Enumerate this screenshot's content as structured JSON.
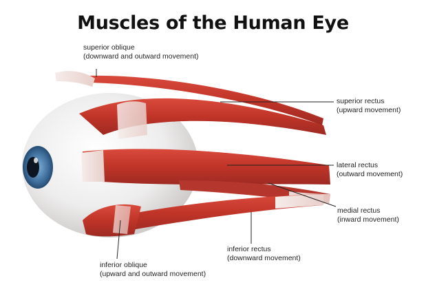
{
  "title": "Muscles of the Human Eye",
  "labels": {
    "superior_oblique": {
      "name": "superior oblique",
      "desc": "(downward and outward movement)"
    },
    "superior_rectus": {
      "name": "superior rectus",
      "desc": "(upward movement)"
    },
    "lateral_rectus": {
      "name": "lateral rectus",
      "desc": "(outward movement)"
    },
    "medial_rectus": {
      "name": "medial rectus",
      "desc": "(inward movement)"
    },
    "inferior_rectus": {
      "name": "inferior rectus",
      "desc": "(downward movement)"
    },
    "inferior_oblique": {
      "name": "inferior oblique",
      "desc": "(upward and outward movement)"
    }
  },
  "colors": {
    "muscle": "#c8372d",
    "muscle_dark": "#9e2a22",
    "tendon": "#f3e6e2",
    "sclera": "#ecebea",
    "iris": "#3f6e9c",
    "pupil": "#0d1620"
  }
}
